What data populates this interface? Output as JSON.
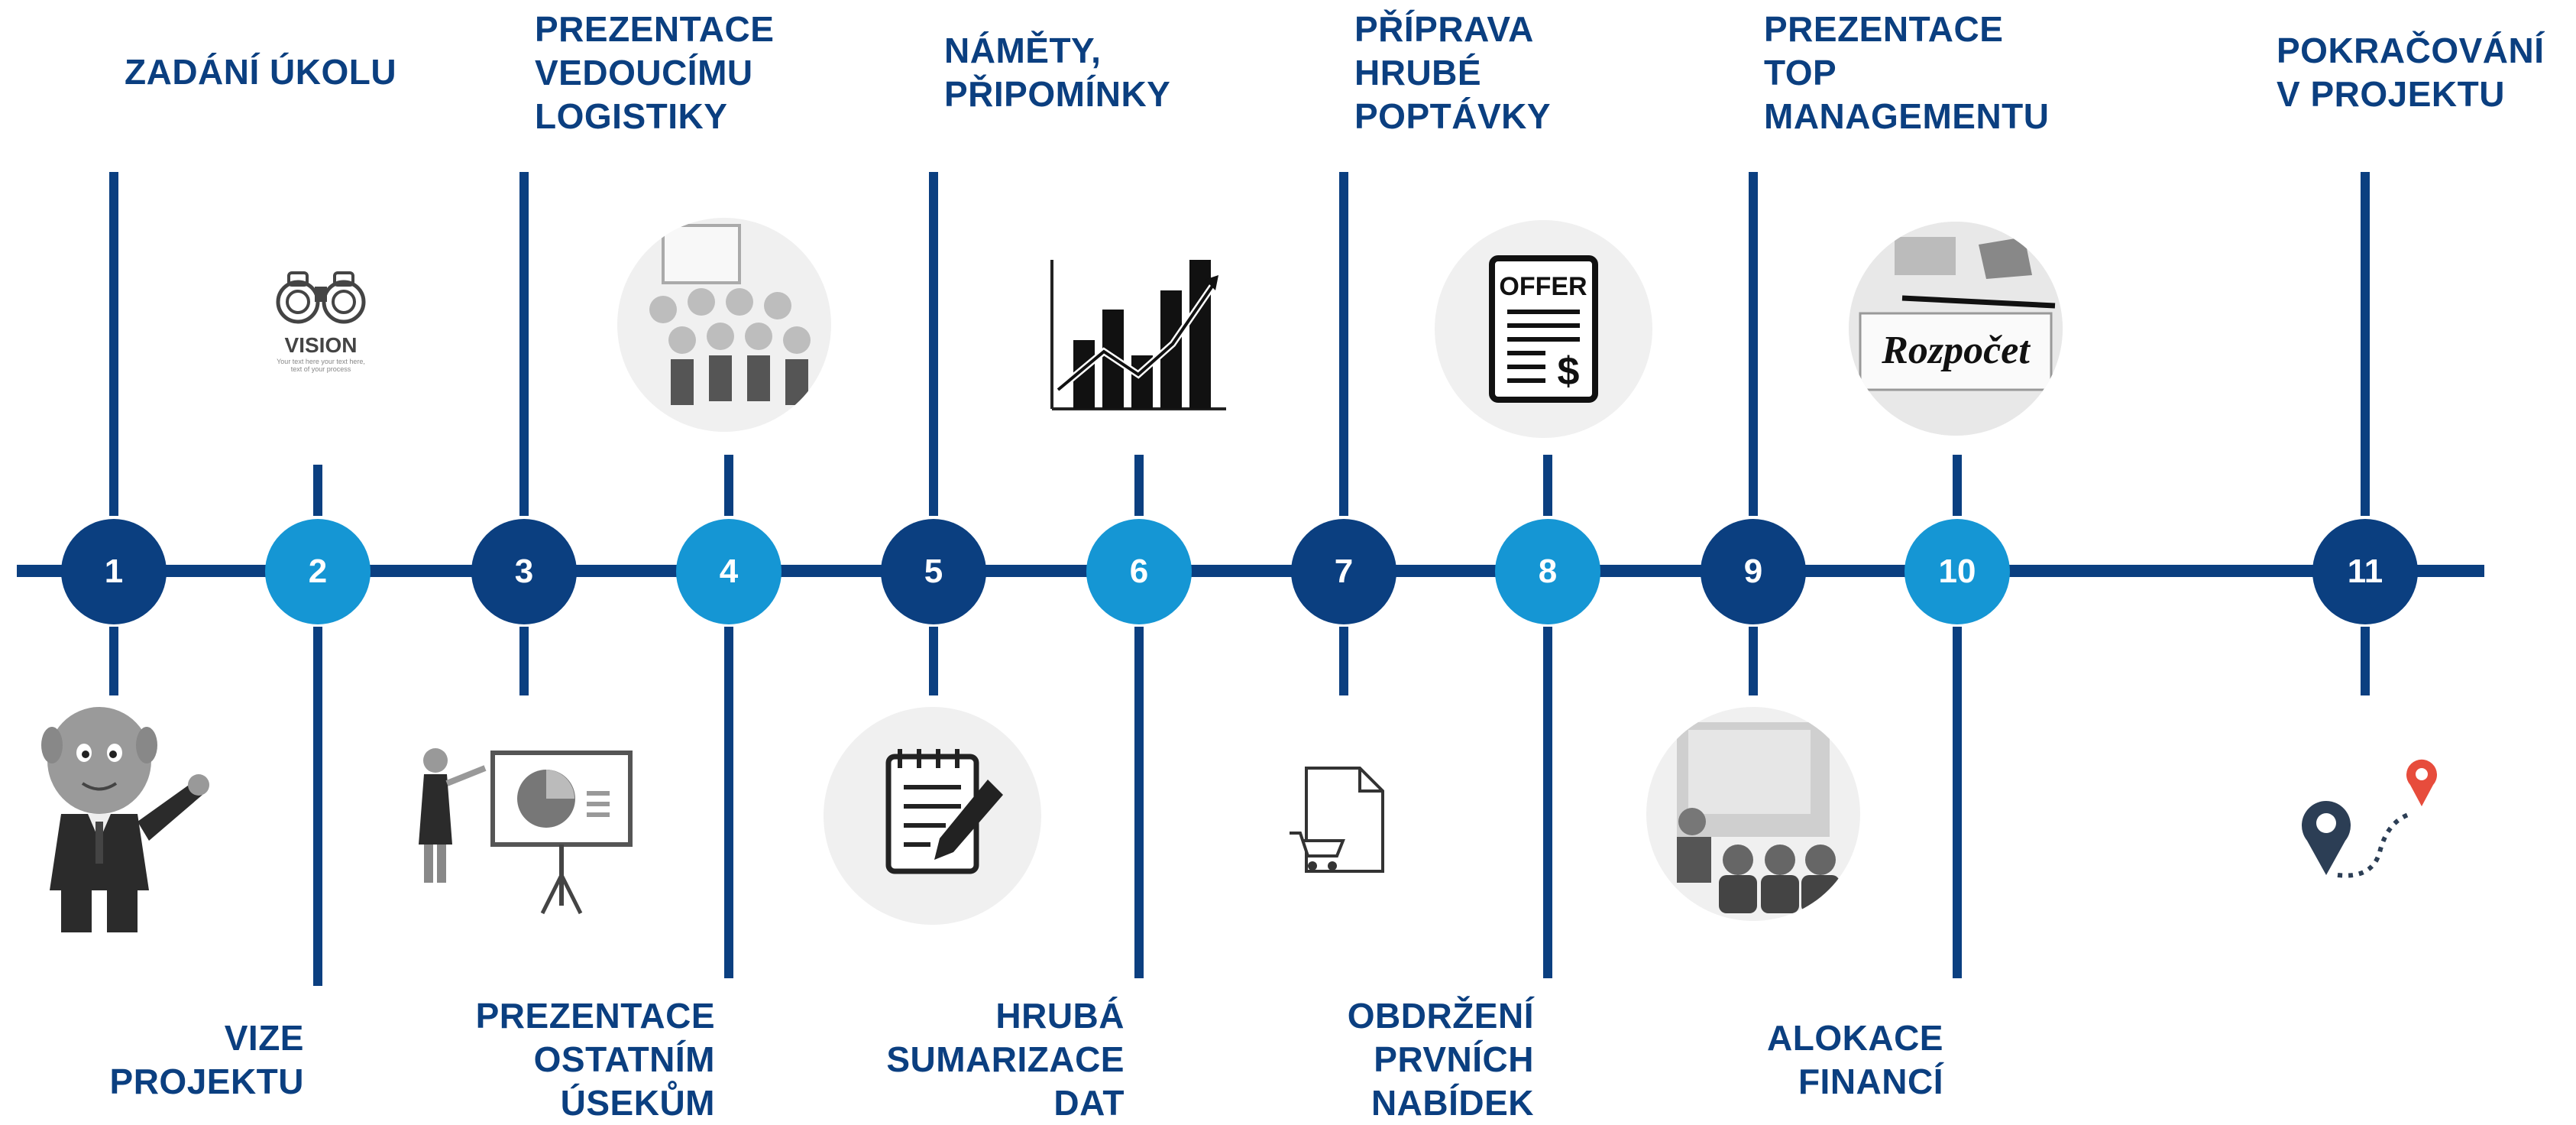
{
  "steps": [
    {
      "num": "1",
      "label": [
        "ZADÁNÍ ÚKOLU"
      ]
    },
    {
      "num": "2",
      "label": [
        "VIZE",
        "PROJEKTU"
      ]
    },
    {
      "num": "3",
      "label": [
        "PREZENTACE",
        "VEDOUCÍMU",
        "LOGISTIKY"
      ]
    },
    {
      "num": "4",
      "label": [
        "PREZENTACE",
        "OSTATNÍM",
        "ÚSEKŮM"
      ]
    },
    {
      "num": "5",
      "label": [
        "NÁMĚTY,",
        "PŘIPOMÍNKY"
      ]
    },
    {
      "num": "6",
      "label": [
        "HRUBÁ",
        "SUMARIZACE",
        "DAT"
      ]
    },
    {
      "num": "7",
      "label": [
        "PŘÍPRAVA",
        "HRUBÉ",
        "POPTÁVKY"
      ]
    },
    {
      "num": "8",
      "label": [
        "OBDRŽENÍ",
        "PRVNÍCH",
        "NABÍDEK"
      ]
    },
    {
      "num": "9",
      "label": [
        "PREZENTACE",
        "TOP",
        "MANAGEMENTU"
      ]
    },
    {
      "num": "10",
      "label": [
        "ALOKACE",
        "FINANCÍ"
      ]
    },
    {
      "num": "11",
      "label": [
        "POKRAČOVÁNÍ",
        "V PROJEKTU"
      ]
    }
  ],
  "icons": {
    "vision": {
      "title": "VISION",
      "caption_1": "Your text here your text here,",
      "caption_2": "text of your process"
    },
    "offer": {
      "title": "OFFER",
      "currency": "$"
    },
    "budget": {
      "word": "Rozpočet"
    }
  },
  "colors": {
    "dark": "#0b3f80",
    "light": "#1596d4"
  }
}
